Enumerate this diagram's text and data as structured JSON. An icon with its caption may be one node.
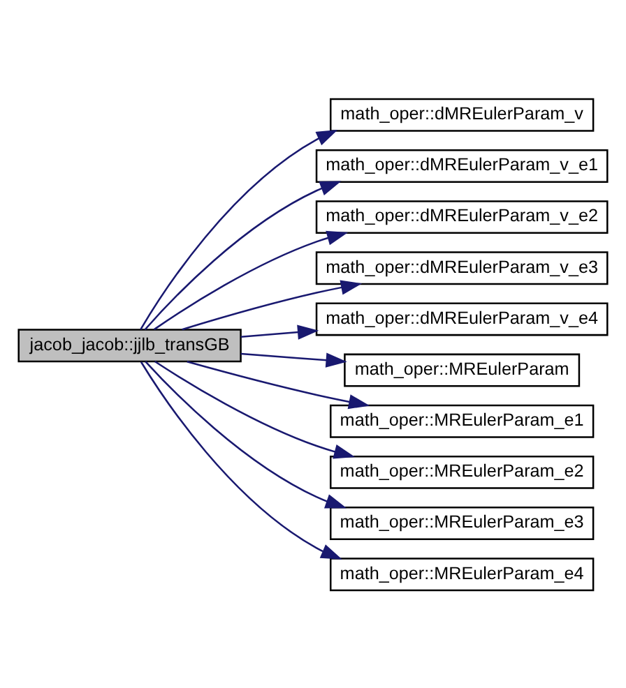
{
  "diagram": {
    "nodes": [
      {
        "text": [
          "jacob_jacob::jjlb_transGB"
        ]
      },
      {
        "text": [
          "math_oper::dMREulerParam_v"
        ]
      },
      {
        "text": [
          "math_oper::dMREulerParam_v_e1"
        ]
      },
      {
        "text": [
          "math_oper::dMREulerParam_v_e2"
        ]
      },
      {
        "text": [
          "math_oper::dMREulerParam_v_e3"
        ]
      },
      {
        "text": [
          "math_oper::dMREulerParam_v_e4"
        ]
      },
      {
        "text": [
          "math_oper::MREulerParam"
        ]
      },
      {
        "text": [
          "math_oper::MREulerParam_e1"
        ]
      },
      {
        "text": [
          "math_oper::MREulerParam_e2"
        ]
      },
      {
        "text": [
          "math_oper::MREulerParam_e3"
        ]
      },
      {
        "text": [
          "math_oper::MREulerParam_e4"
        ]
      }
    ],
    "edges": [
      {
        "from": 0,
        "to": 1,
        "arrow": "to"
      },
      {
        "from": 0,
        "to": 2,
        "arrow": "to"
      },
      {
        "from": 0,
        "to": 3,
        "arrow": "to"
      },
      {
        "from": 0,
        "to": 4,
        "arrow": "to"
      },
      {
        "from": 0,
        "to": 5,
        "arrow": "to"
      },
      {
        "from": 0,
        "to": 6,
        "arrow": "to"
      },
      {
        "from": 0,
        "to": 7,
        "arrow": "to"
      },
      {
        "from": 0,
        "to": 8,
        "arrow": "to"
      },
      {
        "from": 0,
        "to": 9,
        "arrow": "to"
      },
      {
        "from": 0,
        "to": 10,
        "arrow": "to"
      }
    ]
  }
}
